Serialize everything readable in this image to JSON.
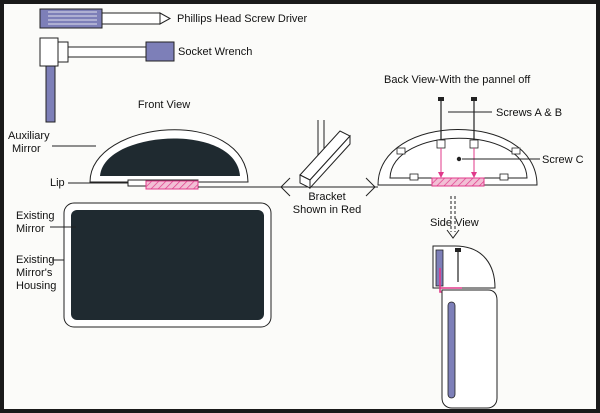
{
  "tools": {
    "screwdriver_label": "Phillips Head Screw Driver",
    "wrench_label": "Socket Wrench"
  },
  "front_view": {
    "title": "Front View",
    "aux_mirror_line1": "Auxiliary",
    "aux_mirror_line2": "Mirror",
    "lip_label": "Lip",
    "existing_mirror_line1": "Existing",
    "existing_mirror_line2": "Mirror",
    "housing_line1": "Existing",
    "housing_line2": "Mirror's",
    "housing_line3": "Housing"
  },
  "bracket": {
    "line1": "Bracket",
    "line2": "Shown in Red"
  },
  "back_view": {
    "title": "Back View-With the pannel off",
    "screws_ab": "Screws A & B",
    "screw_c": "Screw C"
  },
  "side_view": {
    "title": "Side View"
  },
  "colors": {
    "background": "#fbfbf9",
    "frame": "#1a1a1a",
    "mirror_dark": "#1f2a30",
    "tool_blue": "#7d7fb8",
    "bracket_red": "#e0398a",
    "bracket_fill": "#f2bfd5",
    "line": "#222222"
  }
}
